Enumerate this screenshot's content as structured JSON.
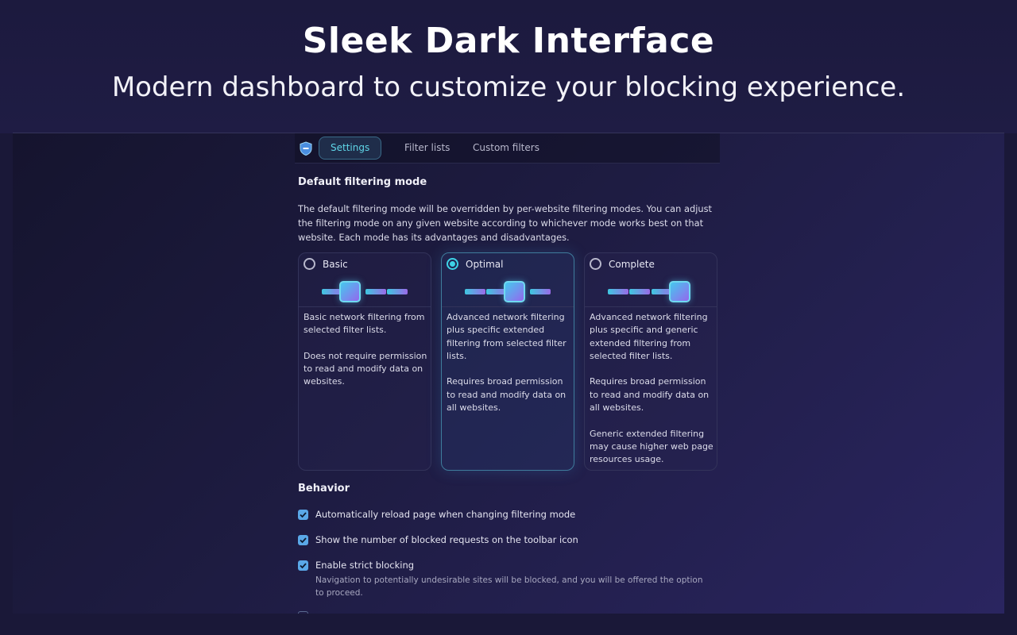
{
  "hero": {
    "title": "Sleek Dark Interface",
    "subtitle": "Modern dashboard to customize your blocking experience."
  },
  "tabs": [
    {
      "label": "Settings",
      "active": true
    },
    {
      "label": "Filter lists",
      "active": false
    },
    {
      "label": "Custom filters",
      "active": false
    }
  ],
  "filtering": {
    "title": "Default filtering mode",
    "description": "The default filtering mode will be overridden by per-website filtering modes. You can adjust the filtering mode on any given website according to whichever mode works best on that website. Each mode has its advantages and disadvantages.",
    "modes": [
      {
        "label": "Basic",
        "selected": false,
        "level": 2,
        "paragraphs": [
          "Basic network filtering from selected filter lists.",
          "Does not require permission to read and modify data on websites."
        ]
      },
      {
        "label": "Optimal",
        "selected": true,
        "level": 3,
        "paragraphs": [
          "Advanced network filtering plus specific extended filtering from selected filter lists.",
          "Requires broad permission to read and modify data on all websites."
        ]
      },
      {
        "label": "Complete",
        "selected": false,
        "level": 4,
        "paragraphs": [
          "Advanced network filtering plus specific and generic extended filtering from selected filter lists.",
          "Requires broad permission to read and modify data on all websites.",
          "Generic extended filtering may cause higher web page resources usage."
        ]
      }
    ]
  },
  "behavior": {
    "title": "Behavior",
    "options": [
      {
        "label": "Automatically reload page when changing filtering mode",
        "checked": true,
        "note": ""
      },
      {
        "label": "Show the number of blocked requests on the toolbar icon",
        "checked": true,
        "note": ""
      },
      {
        "label": "Enable strict blocking",
        "checked": true,
        "note": "Navigation to potentially undesirable sites will be blocked, and you will be offered the option to proceed."
      }
    ]
  },
  "colors": {
    "accent": "#3ed3e6",
    "checkbox": "#5aa8e8",
    "background": "#1a1838"
  }
}
